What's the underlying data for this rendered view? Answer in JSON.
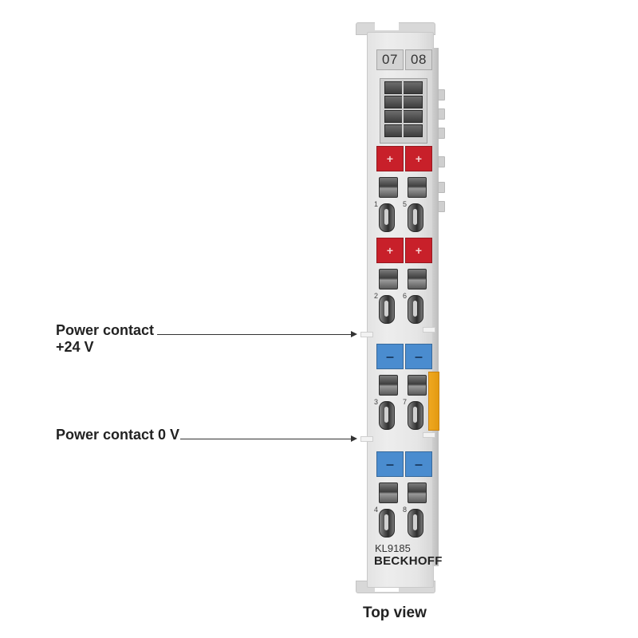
{
  "terminal": {
    "channel_labels": [
      "07",
      "08"
    ],
    "model": "KL9185",
    "brand": "BECKHOFF",
    "pole_signs": {
      "plus": "+",
      "minus": "–"
    },
    "pin_numbers": [
      "1",
      "5",
      "2",
      "6",
      "3",
      "7",
      "4",
      "8"
    ],
    "colors": {
      "plus": "#c8202a",
      "minus": "#4a8ccf",
      "accent": "#f0a820"
    }
  },
  "callouts": {
    "power_24v": {
      "line1": "Power contact",
      "line2": "+24 V"
    },
    "power_0v": "Power contact 0 V"
  },
  "caption": "Top view",
  "icons": [
    "arrowhead-icon"
  ]
}
